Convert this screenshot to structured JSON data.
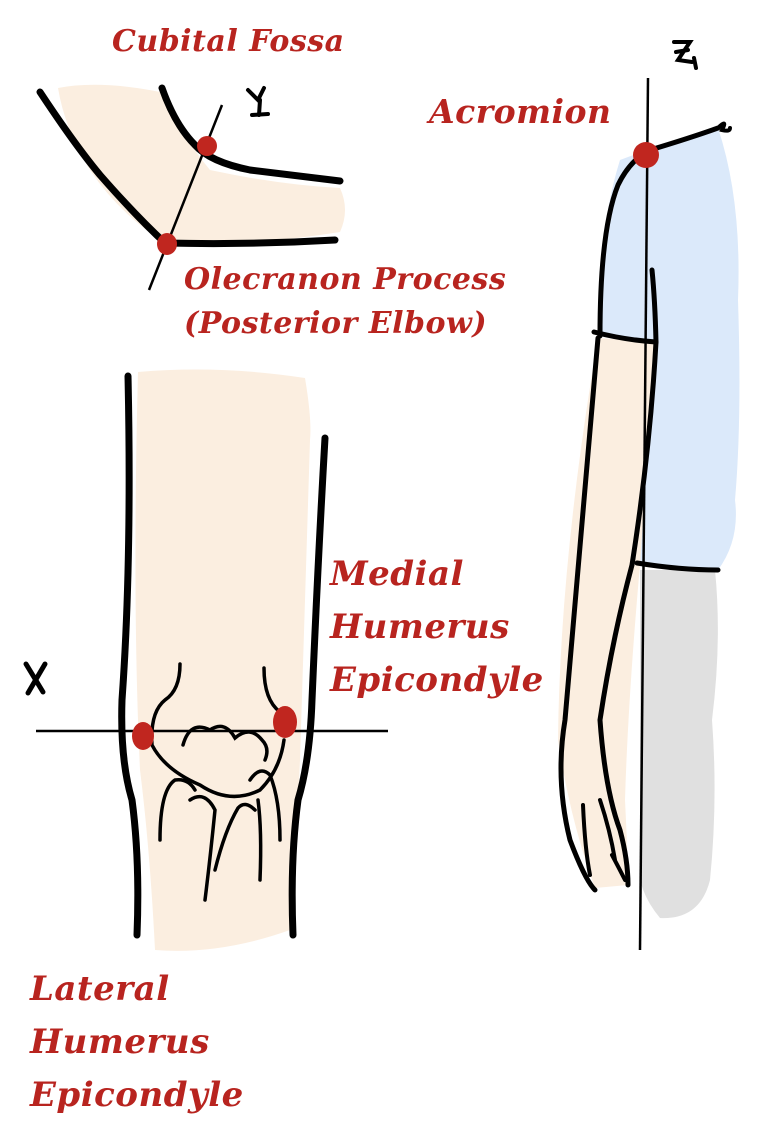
{
  "colors": {
    "skin": "#fbeee0",
    "skin_shade": "#f3e2cf",
    "shirt": "#dbe9fa",
    "pants": "#e0e0e0",
    "outline": "#000000",
    "landmark": "#c0261f",
    "label_text": "#b8241f"
  },
  "labels": {
    "cubital_fossa": "Cubital Fossa",
    "olecranon": "Olecranon Process\n(Posterior Elbow)",
    "acromion": "Acromion",
    "medial_epicondyle": "Medial\nHumerus\nEpicondyle",
    "lateral_epicondyle": "Lateral\nHumerus\nEpicondyle"
  },
  "axes": {
    "y": "Y",
    "z": "Z",
    "x": "X"
  }
}
